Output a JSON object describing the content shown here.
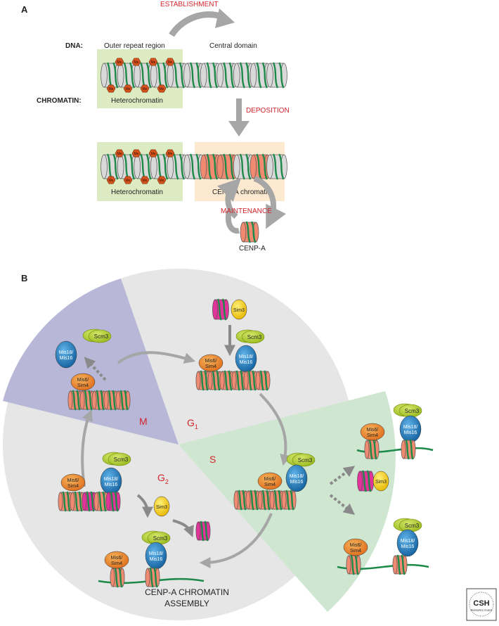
{
  "panel_a": {
    "letter": "A",
    "dna_label": "DNA:",
    "chromatin_label": "CHROMATIN:",
    "outer_repeat": "Outer repeat region",
    "central_domain": "Central domain",
    "establishment": "ESTABLISHMENT",
    "deposition": "DEPOSITION",
    "heterochromatin": "Heterochromatin",
    "heterochromatin_2": "Heterochromatin",
    "cenpa_chromatin": "CENP-A chromatin",
    "maintenance": "MAINTENANCE",
    "cenpa": "CENP-A",
    "me": "Me"
  },
  "panel_b": {
    "letter": "B",
    "phase_m": "M",
    "phase_g1": "G",
    "phase_g1_sub": "1",
    "phase_s": "S",
    "phase_g2": "G",
    "phase_g2_sub": "2",
    "scm3": "Scm3",
    "sim3": "Sim3",
    "mis18": "Mis18/",
    "mis16": "Mis16",
    "mis6": "Mis6/",
    "sim4": "Sim4",
    "assembly_line1": "CENP-A CHROMATIN",
    "assembly_line2": "ASSEMBLY"
  },
  "logo": {
    "text": "CSH",
    "sub": "PERSPECTIVES"
  },
  "colors": {
    "heterochromatin_bg": "#dcebc2",
    "cenpa_bg": "#fde9cf",
    "m_phase": "#b8b7d8",
    "g_phase": "#e6e6e6",
    "s_phase": "#cfe6d1",
    "red_label": "#d0262d",
    "nucleosome_gray": "#d9d9d9",
    "nucleosome_cenpa": "#f08a70",
    "dna_green": "#1e8a4a",
    "methyl": "#d6531d",
    "scm3": "#b6cf2e",
    "mis18": "#1a7cc2",
    "mis6": "#ee8a2d",
    "sim3": "#f2c400",
    "pink": "#e2339a",
    "arrow": "#a6a6a6"
  }
}
